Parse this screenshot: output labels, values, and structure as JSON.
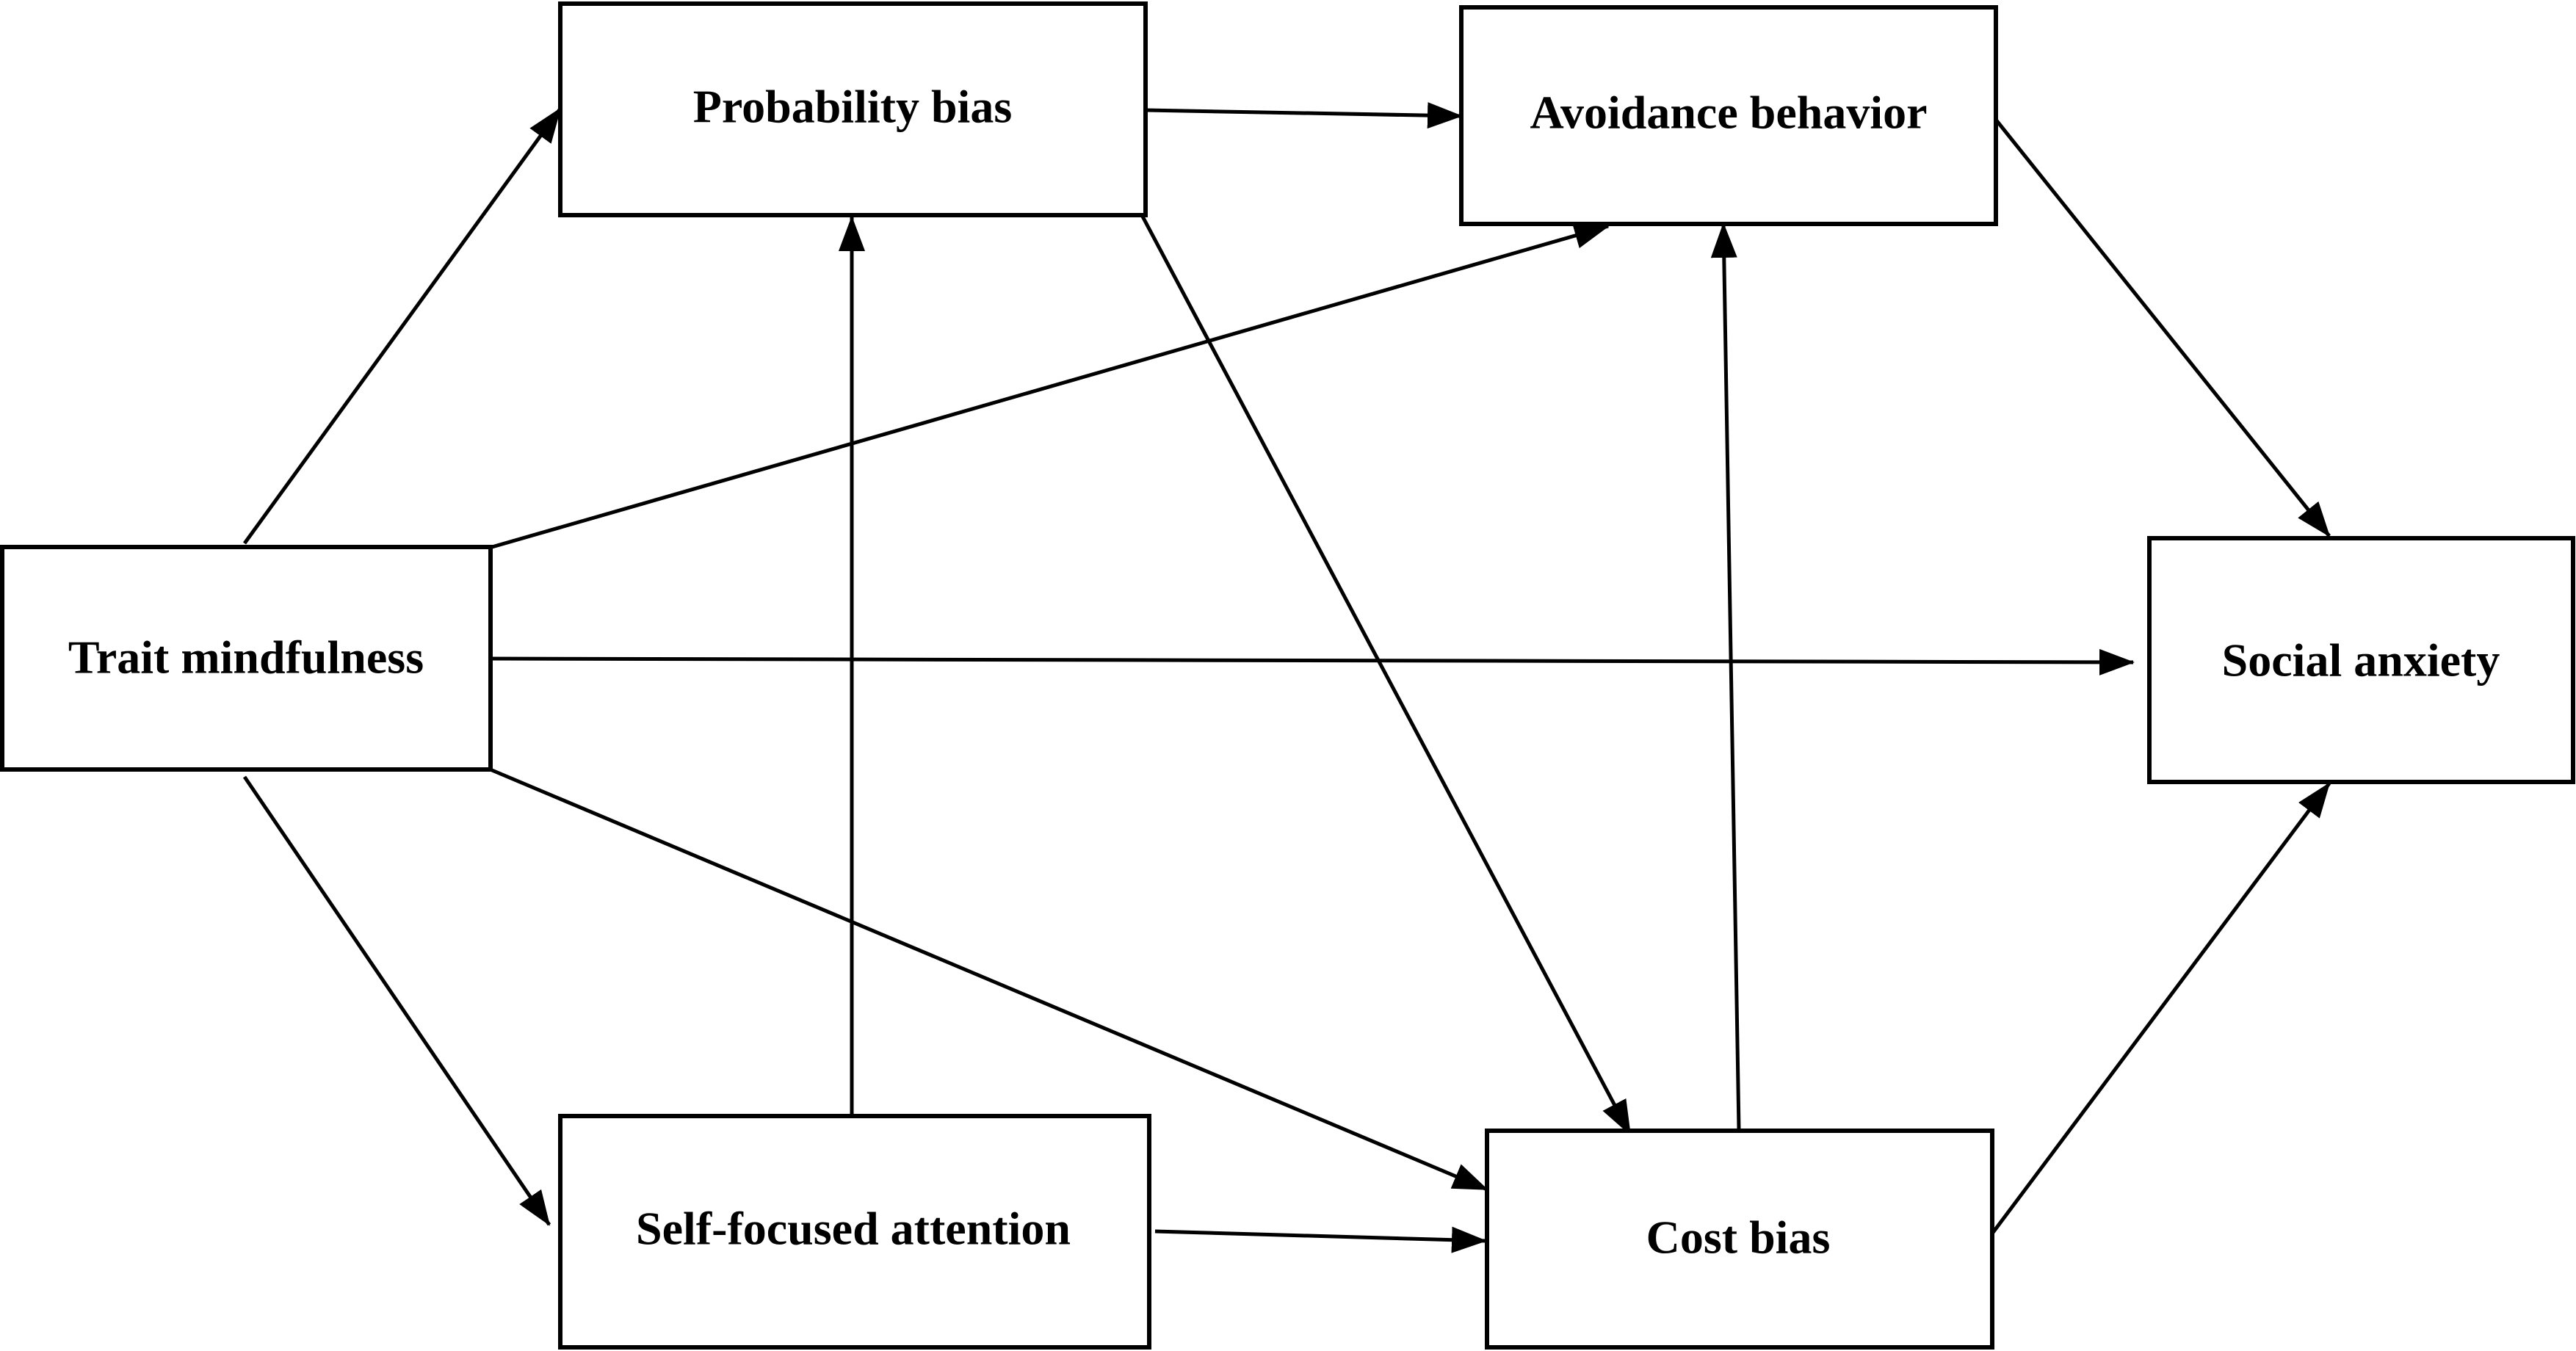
{
  "nodes": {
    "probability_bias": "Probability bias",
    "avoidance_behavior": "Avoidance behavior",
    "trait_mindfulness": "Trait mindfulness",
    "social_anxiety": "Social anxiety",
    "self_focused_attention": "Self-focused attention",
    "cost_bias": "Cost bias"
  },
  "edges": [
    {
      "from": "trait_mindfulness",
      "to": "probability_bias"
    },
    {
      "from": "trait_mindfulness",
      "to": "avoidance_behavior"
    },
    {
      "from": "trait_mindfulness",
      "to": "social_anxiety"
    },
    {
      "from": "trait_mindfulness",
      "to": "cost_bias"
    },
    {
      "from": "trait_mindfulness",
      "to": "self_focused_attention"
    },
    {
      "from": "probability_bias",
      "to": "avoidance_behavior"
    },
    {
      "from": "probability_bias",
      "to": "cost_bias"
    },
    {
      "from": "self_focused_attention",
      "to": "probability_bias"
    },
    {
      "from": "self_focused_attention",
      "to": "cost_bias"
    },
    {
      "from": "cost_bias",
      "to": "avoidance_behavior"
    },
    {
      "from": "avoidance_behavior",
      "to": "social_anxiety"
    },
    {
      "from": "cost_bias",
      "to": "social_anxiety"
    }
  ]
}
